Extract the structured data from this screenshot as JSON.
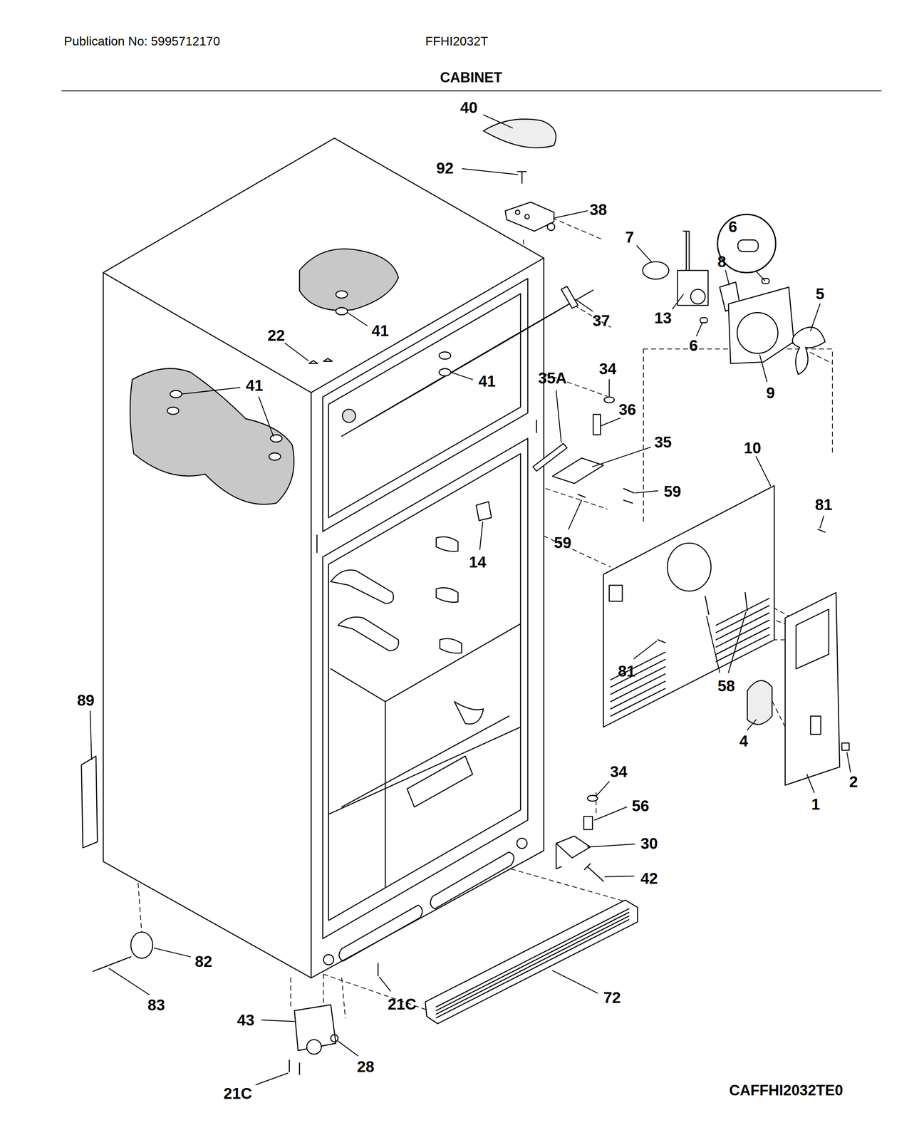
{
  "diagram": {
    "title": "CABINET",
    "labels": [
      "Publication No: 5995712170",
      "FFHI2032T",
      "40",
      "92",
      "38",
      "7",
      "6",
      "8",
      "5",
      "13",
      "37",
      "41",
      "22",
      "6",
      "41",
      "41",
      "9",
      "34",
      "35A",
      "36",
      "35",
      "10",
      "81",
      "59",
      "59",
      "14",
      "81",
      "58",
      "4",
      "89",
      "34",
      "2",
      "1",
      "56",
      "30",
      "42",
      "82",
      "72",
      "83",
      "43",
      "21C",
      "28",
      "21C",
      "CAFFHI2032TE0"
    ]
  }
}
